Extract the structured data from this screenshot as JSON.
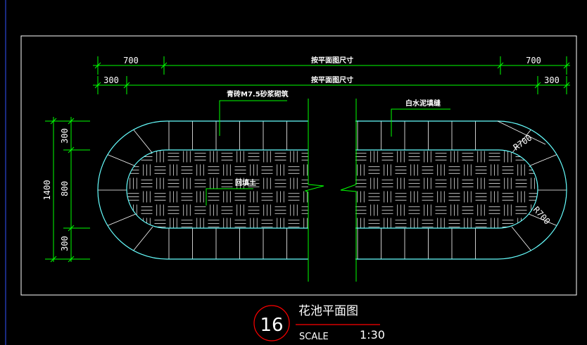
{
  "colors": {
    "background": "#000000",
    "frame": "#ffffff",
    "dimension": "#00ff00",
    "curb_outline": "#66ffff",
    "paving": "#ffffff",
    "title_circle": "#ff0000",
    "viewport_edge": "#3355ff"
  },
  "dimensions": {
    "top_row_1": {
      "left": "700",
      "center": "按平面图尺寸",
      "right": "700"
    },
    "top_row_2": {
      "left": "300",
      "center": "按平面图尺寸",
      "right": "300"
    },
    "left_stack": {
      "top": "300",
      "middle": "800",
      "bottom": "300",
      "total": "1400"
    },
    "radius_labels": [
      "R700",
      "R700"
    ]
  },
  "annotations": {
    "wall": "青砖M7.5砂浆砌筑",
    "joint": "白水泥填缝",
    "fill": "回填土"
  },
  "title_block": {
    "number": "16",
    "title": "花池平面图",
    "scale_label": "SCALE",
    "scale_value": "1:30"
  }
}
